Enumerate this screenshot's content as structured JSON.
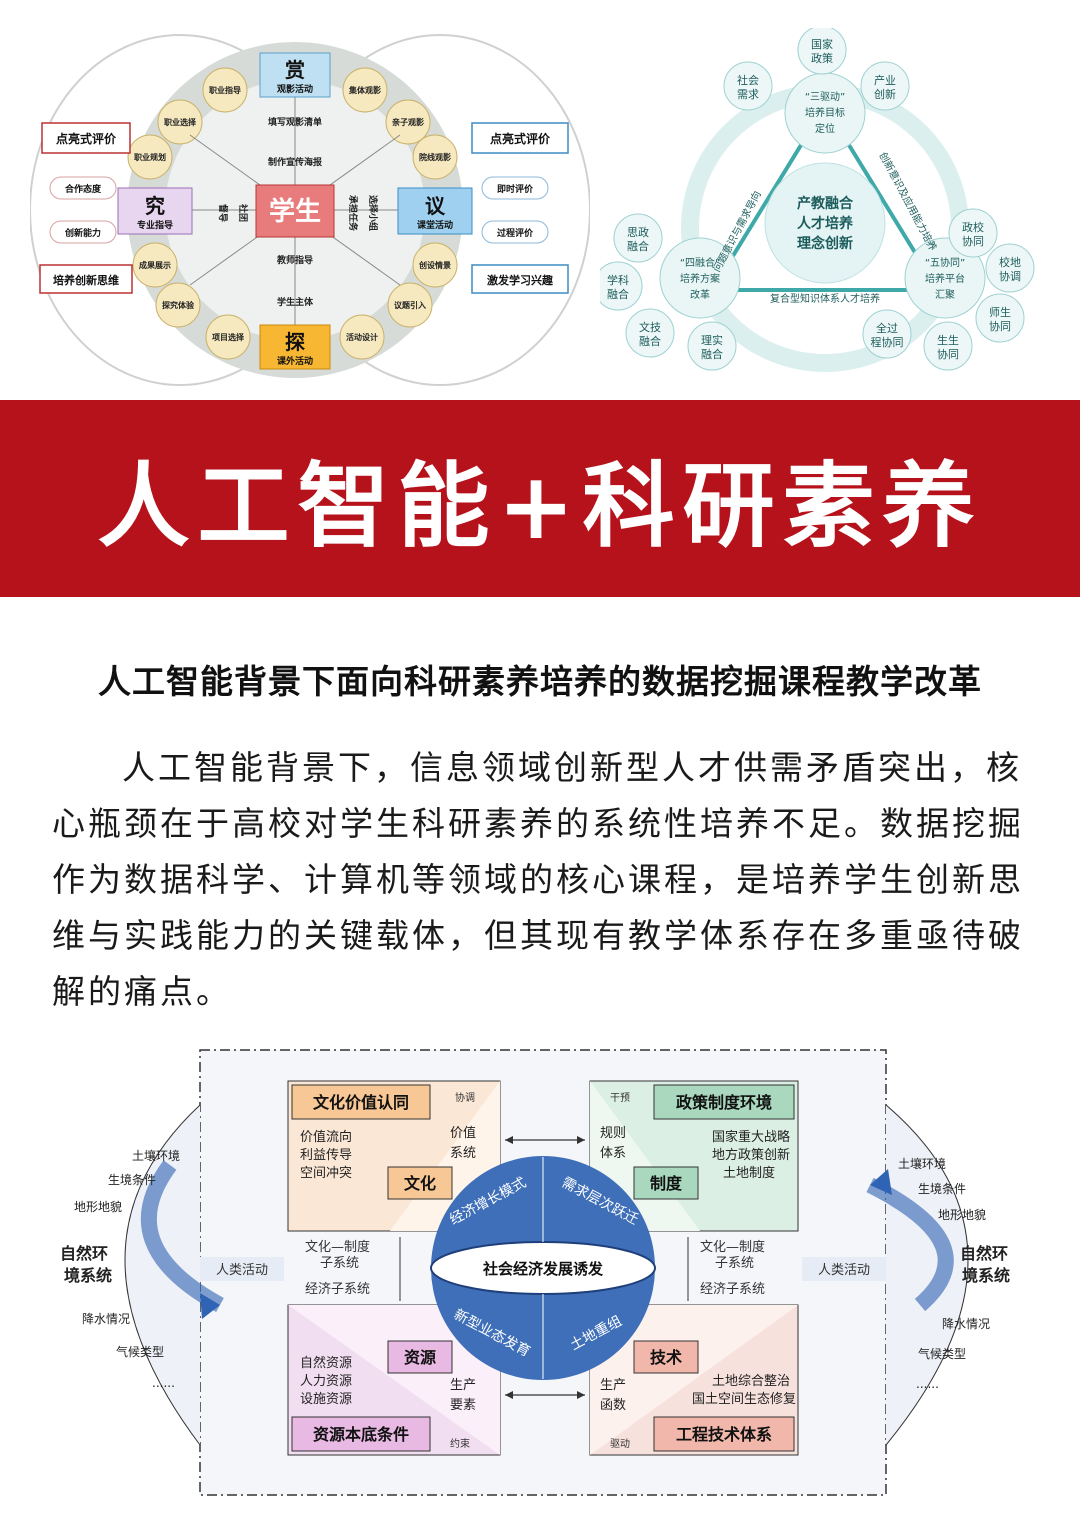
{
  "banner": {
    "title": "人工智能+科研素养"
  },
  "article": {
    "title": "人工智能背景下面向科研素养培养的数据挖掘课程教学改革",
    "body": "人工智能背景下，信息领域创新型人才供需矛盾突出，核心瓶颈在于高校对学生科研素养的系统性培养不足。数据挖掘作为数据科学、计算机等领域的核心课程，是培养学生创新思维与实践能力的关键载体，但其现有教学体系存在多重亟待破解的痛点。"
  },
  "diagram1": {
    "center": "学生",
    "top": {
      "title": "赏",
      "sub": "观影活动"
    },
    "bottom": {
      "title": "探",
      "sub": "课外活动"
    },
    "left": {
      "title": "究",
      "sub": "专业指导"
    },
    "right": {
      "title": "议",
      "sub": "课堂活动"
    },
    "inner_top": [
      "填写观影清单",
      "制作宣传海报"
    ],
    "inner_bottom": [
      "教师指导",
      "学生主体"
    ],
    "inner_left": [
      "督导",
      "社团"
    ],
    "inner_right": [
      "承担任务",
      "选择小组"
    ],
    "ring": [
      "职业指导",
      "职业选择",
      "职业规划",
      "成果展示",
      "探究体验",
      "项目选择",
      "集体观影",
      "亲子观影",
      "院线观影",
      "创设情景",
      "议题引入",
      "活动设计"
    ],
    "left_panel": {
      "title": "点亮式评价",
      "items": [
        "合作态度",
        "创新能力"
      ],
      "footer": "培养创新思维"
    },
    "right_panel": {
      "title": "点亮式评价",
      "items": [
        "即时评价",
        "过程评价"
      ],
      "footer": "激发学习兴趣"
    }
  },
  "diagram2": {
    "center": [
      "产教融合",
      "人才培养",
      "理念创新"
    ],
    "top_node": [
      "“三驱动”",
      "培养目标",
      "定位"
    ],
    "left_node": [
      "“四融合”",
      "培养方案",
      "改革"
    ],
    "right_node": [
      "“五协同”",
      "培养平台",
      "汇聚"
    ],
    "arc_left": "问题意识与需求导向",
    "arc_right": "创新意识及应用能力培养",
    "bottom_label": "复合型知识体系人才培养",
    "bubbles": [
      "国家政策",
      "社会需求",
      "产业创新",
      "思政融合",
      "学科融合",
      "文技融合",
      "理实融合",
      "政校协同",
      "校地协调",
      "师生协同",
      "生生协同",
      "全过程协同"
    ]
  },
  "diagram3": {
    "center": "社会经济发展诱发",
    "ring": [
      "经济增长模式",
      "需求层次跃迁",
      "新型业态发育",
      "土地重组"
    ],
    "quadrants": {
      "culture": {
        "header": "文化价值认同",
        "tag": "协调",
        "items": [
          "价值流向",
          "利益传导",
          "空间冲突"
        ],
        "side": [
          "价值",
          "系统"
        ],
        "label": "文化"
      },
      "policy": {
        "header": "政策制度环境",
        "tag": "干预",
        "items": [
          "国家重大战略",
          "地方政策创新",
          "土地制度"
        ],
        "side": [
          "规则",
          "体系"
        ],
        "label": "制度"
      },
      "resource": {
        "header": "资源本底条件",
        "tag": "约束",
        "items": [
          "自然资源",
          "人力资源",
          "设施资源"
        ],
        "side": [
          "生产",
          "要素"
        ],
        "label": "资源"
      },
      "tech": {
        "header": "工程技术体系",
        "tag": "驱动",
        "items": [
          "土地综合整治",
          "国土空间生态修复"
        ],
        "side": [
          "生产",
          "函数"
        ],
        "label": "技术"
      }
    },
    "middle_left": [
      "文化—制度",
      "子系统",
      "经济子系统"
    ],
    "middle_right": [
      "文化—制度",
      "子系统",
      "经济子系统"
    ],
    "human": "人类活动",
    "nature": {
      "title": [
        "自然环",
        "境系统"
      ],
      "left_items": [
        "土壤环境",
        "生境条件",
        "地形地貌",
        "降水情况",
        "气候类型",
        "......"
      ],
      "right_items": [
        "土壤环境",
        "生境条件",
        "地形地貌",
        "降水情况",
        "气候类型",
        "......"
      ]
    }
  },
  "colors": {
    "banner": "#b5121b",
    "accent_blue": "#1f5fa8",
    "accent_red": "#c0392b"
  }
}
